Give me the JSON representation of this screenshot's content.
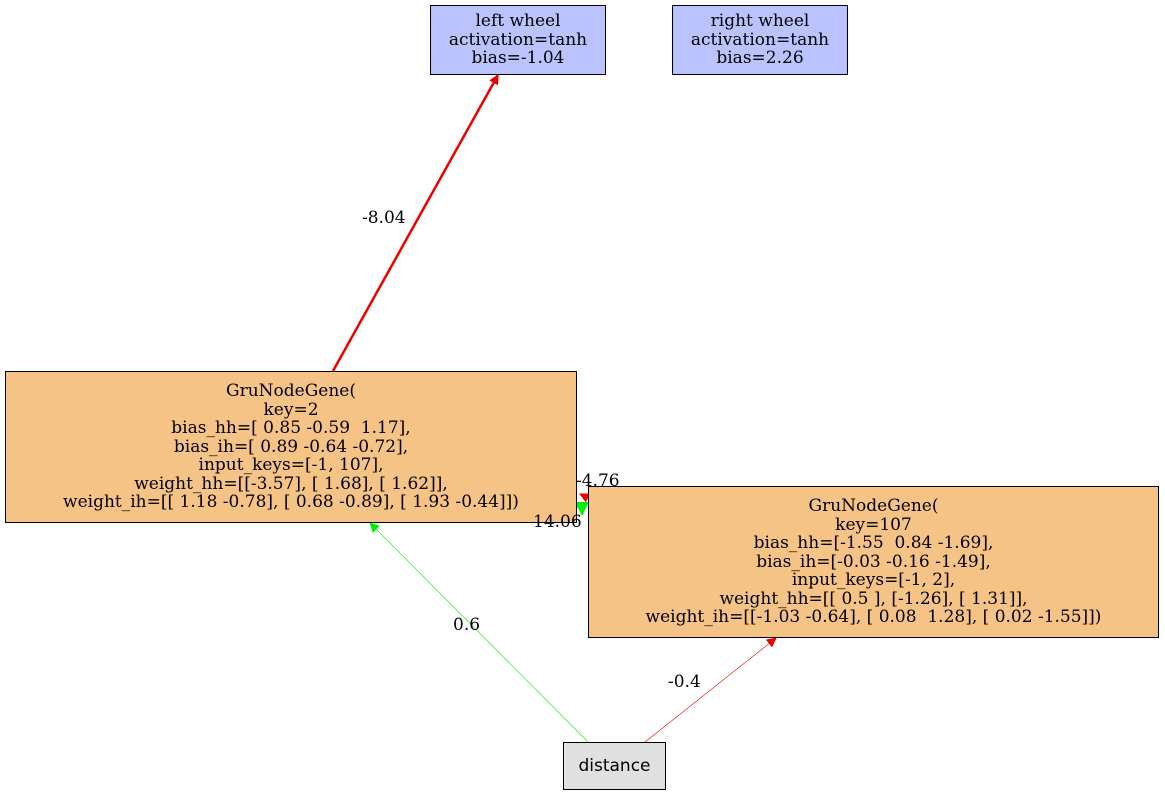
{
  "nodes": {
    "left_wheel": {
      "lines": [
        "left wheel",
        "activation=tanh",
        "bias=-1.04"
      ],
      "fill": "#bbc3ff"
    },
    "right_wheel": {
      "lines": [
        "right wheel",
        "activation=tanh",
        "bias=2.26"
      ],
      "fill": "#bbc3ff"
    },
    "gru_2": {
      "lines": [
        "GruNodeGene(",
        "key=2",
        "bias_hh=[ 0.85 -0.59  1.17],",
        "bias_ih=[ 0.89 -0.64 -0.72],",
        "input_keys=[-1, 107],",
        "weight_hh=[[-3.57], [ 1.68], [ 1.62]],",
        "weight_ih=[[ 1.18 -0.78], [ 0.68 -0.89], [ 1.93 -0.44]])"
      ],
      "fill": "#f5c385"
    },
    "gru_107": {
      "lines": [
        "GruNodeGene(",
        "key=107",
        "bias_hh=[-1.55  0.84 -1.69],",
        "bias_ih=[-0.03 -0.16 -1.49],",
        "input_keys=[-1, 2],",
        "weight_hh=[[ 0.5 ], [-1.26], [ 1.31]],",
        "weight_ih=[[-1.03 -0.64], [ 0.08  1.28], [ 0.02 -1.55]])"
      ],
      "fill": "#f5c385"
    },
    "distance": {
      "lines": [
        "distance"
      ],
      "fill": "#e0e0e0"
    }
  },
  "edges": [
    {
      "from": "gru_2",
      "to": "left_wheel",
      "weight": "-8.04",
      "color": "#ee0000"
    },
    {
      "from": "gru_107",
      "to": "gru_2",
      "weight": "-4.76",
      "color": "#ee0000"
    },
    {
      "from": "gru_2",
      "to": "gru_107",
      "weight": "14.06",
      "color": "#00ee00"
    },
    {
      "from": "distance",
      "to": "gru_2",
      "weight": "0.6",
      "color": "#00ee00"
    },
    {
      "from": "distance",
      "to": "gru_107",
      "weight": "-0.4",
      "color": "#ee0000"
    }
  ]
}
